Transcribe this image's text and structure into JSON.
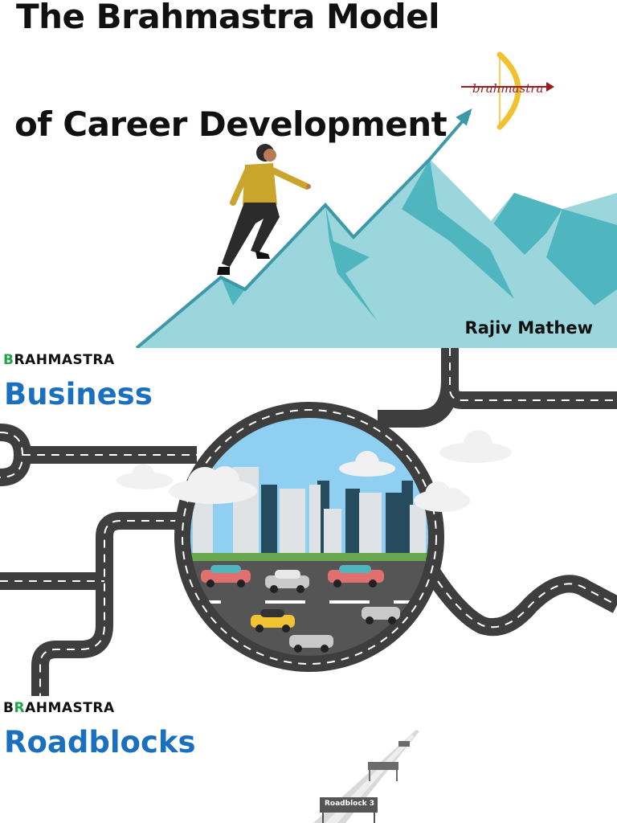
{
  "slide1": {
    "title_line1": "The Brahmastra Model",
    "title_line2": "of Career Development",
    "author": "Rajiv Mathew",
    "logo_text": "brahmastra"
  },
  "slide2": {
    "brand_first": "B",
    "brand_rest": "RAHMASTRA",
    "heading": "Business"
  },
  "slide3": {
    "brand_first": "B",
    "brand_highlight": "R",
    "brand_rest": "AHMASTRA",
    "heading": "Roadblocks",
    "roadblock_label": "Roadblock 3"
  },
  "colors": {
    "mountain_light": "#9ad6dc",
    "mountain_dark": "#4fb6c0",
    "arrow": "#3d98a8",
    "heading_blue": "#1a6fbf",
    "brand_green": "#1fa64a",
    "road": "#3e3e3e",
    "sky": "#8fd0f2",
    "logo_gold": "#f2c12e",
    "logo_red": "#9b1c1c"
  },
  "icons": [
    "climbing-woman-illustration",
    "bow-arrow-logo-icon",
    "city-roundabout-illustration",
    "cloud-icon",
    "car-icon",
    "roadblock-sign-icon"
  ]
}
